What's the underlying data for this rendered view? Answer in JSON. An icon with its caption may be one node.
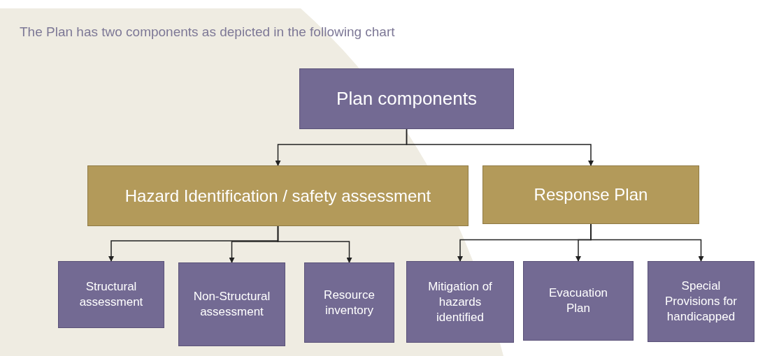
{
  "diagram": {
    "title": "The Plan has two components as depicted in the following chart",
    "nodes": [
      {
        "text": [
          "Plan components"
        ]
      },
      {
        "text": [
          "Hazard Identification / safety assessment"
        ]
      },
      {
        "text": [
          "Response Plan"
        ]
      },
      {
        "text": [
          "Structural assessment"
        ]
      },
      {
        "text": [
          "Non-Structural assessment"
        ]
      },
      {
        "text": [
          "Resource inventory"
        ]
      },
      {
        "text": [
          "Mitigation of hazards identified"
        ]
      },
      {
        "text": [
          "Evacuation Plan"
        ]
      },
      {
        "text": [
          "Special Provisions for handicapped"
        ]
      }
    ],
    "edges": [
      {
        "from": 0,
        "to": 1,
        "arrow": "to"
      },
      {
        "from": 0,
        "to": 2,
        "arrow": "to"
      },
      {
        "from": 1,
        "to": 3,
        "arrow": "to"
      },
      {
        "from": 1,
        "to": 4,
        "arrow": "to"
      },
      {
        "from": 1,
        "to": 5,
        "arrow": "to"
      },
      {
        "from": 2,
        "to": 6,
        "arrow": "to"
      },
      {
        "from": 2,
        "to": 7,
        "arrow": "to"
      },
      {
        "from": 2,
        "to": 8,
        "arrow": "to"
      }
    ]
  }
}
